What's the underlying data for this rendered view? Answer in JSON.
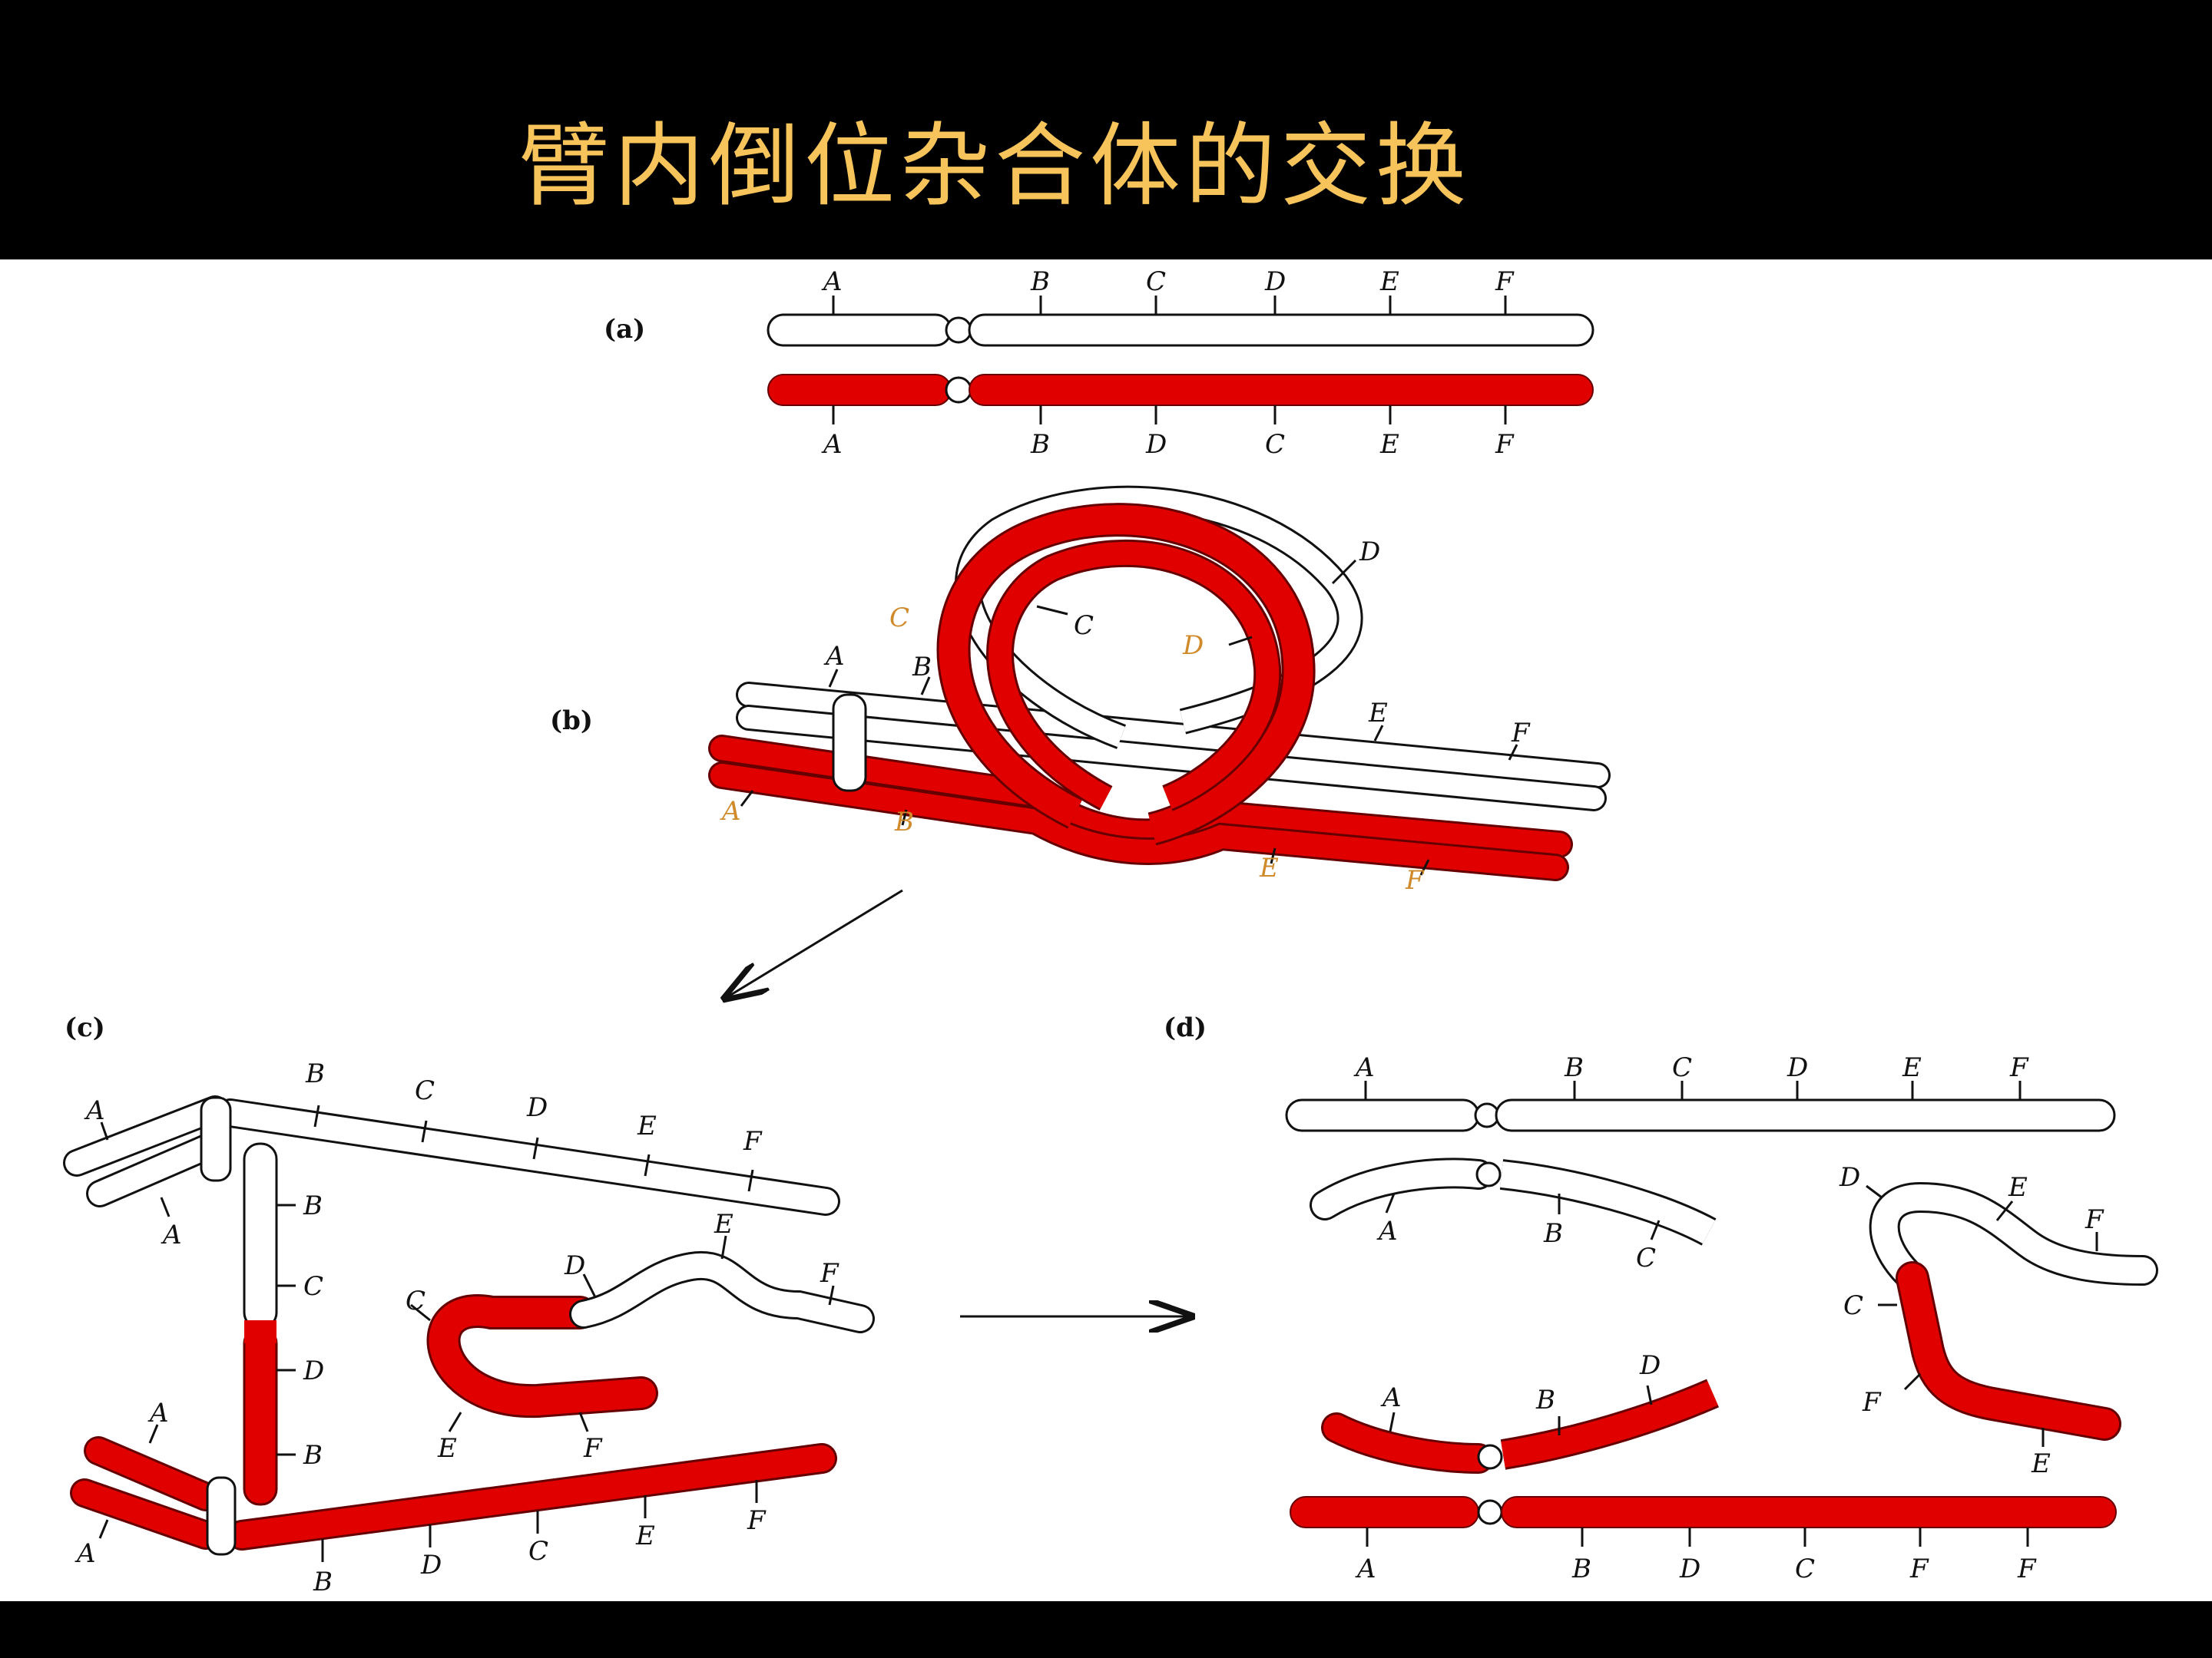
{
  "slide": {
    "title": "臂内倒位杂合体的交换",
    "colors": {
      "background": "#000000",
      "title": "#f6c45a",
      "panel": "#ffffff",
      "chromatid_red": "#e00000",
      "chromatid_white": "#ffffff"
    }
  },
  "diagram": {
    "panel_a": {
      "label": "(a)",
      "top_genes": [
        "A",
        "B",
        "C",
        "D",
        "E",
        "F"
      ],
      "bottom_genes": [
        "A",
        "B",
        "D",
        "C",
        "E",
        "F"
      ]
    },
    "panel_b": {
      "label": "(b)",
      "labels": {
        "a1": "A",
        "b1": "B",
        "c1": "C",
        "c2": "C",
        "d1": "D",
        "d2": "D",
        "e1": "E",
        "f1": "F",
        "a2": "A",
        "b2": "B",
        "e2": "E",
        "f2": "F"
      }
    },
    "panel_c": {
      "label": "(c)",
      "top_genes": [
        "A",
        "B",
        "C",
        "D",
        "E",
        "F"
      ],
      "a_lower": "A",
      "vertical_genes": [
        "B",
        "C",
        "D",
        "B"
      ],
      "loop": {
        "c": "C",
        "d": "D",
        "e_top": "E",
        "f_top": "F",
        "e_bottom": "E",
        "f_bottom": "F"
      },
      "red_upper_a": "A",
      "red_lower_a": "A",
      "bottom_genes": [
        "B",
        "D",
        "C",
        "E",
        "F"
      ]
    },
    "panel_d": {
      "label": "(d)",
      "chrom1_genes": [
        "A",
        "B",
        "C",
        "D",
        "E",
        "F"
      ],
      "chrom2_genes": [
        "A",
        "B",
        "C"
      ],
      "chrom3_genes": [
        "D",
        "E",
        "F",
        "C",
        "F",
        "E"
      ],
      "chrom4_genes": [
        "A",
        "B",
        "D"
      ],
      "chrom5_genes": [
        "A",
        "B",
        "D",
        "C",
        "F",
        "F"
      ]
    }
  }
}
